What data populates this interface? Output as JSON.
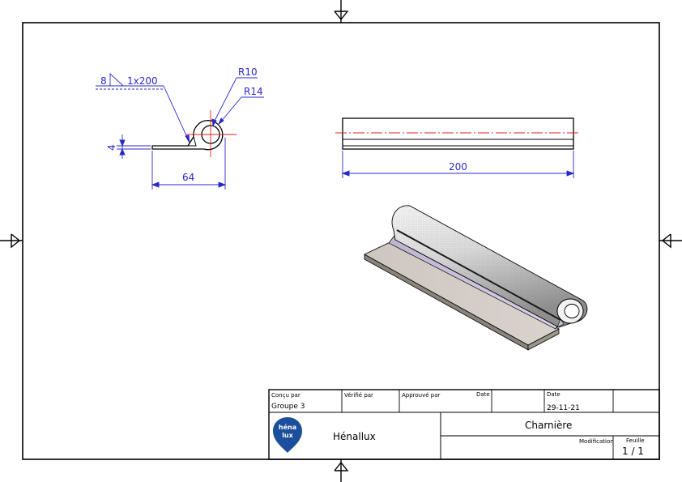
{
  "drawing": {
    "dimensions": {
      "weld_size": "8",
      "weld_spec": "1x200",
      "inner_radius": "R10",
      "outer_radius": "R14",
      "thickness": "4",
      "profile_length": "64",
      "hinge_length": "200"
    }
  },
  "title_block": {
    "designed_by_label": "Conçu par",
    "designed_by_value": "Groupe 3",
    "checked_by_label": "Vérifié par",
    "approved_by_label": "Approuvé par",
    "date_label_1": "Date",
    "date_label_2": "Date",
    "date_value": "29-11-21",
    "school_name": "Hénallux",
    "logo_text_top": "héna",
    "logo_text_bottom": "lux",
    "part_name": "Charnière",
    "modification_label": "Modification",
    "sheet_label": "Feuille",
    "sheet_value": "1 / 1"
  },
  "colors": {
    "border": "#000000",
    "dimension": "#2929c8",
    "centerline": "#e01f1f",
    "logo": "#1b4f9c"
  }
}
